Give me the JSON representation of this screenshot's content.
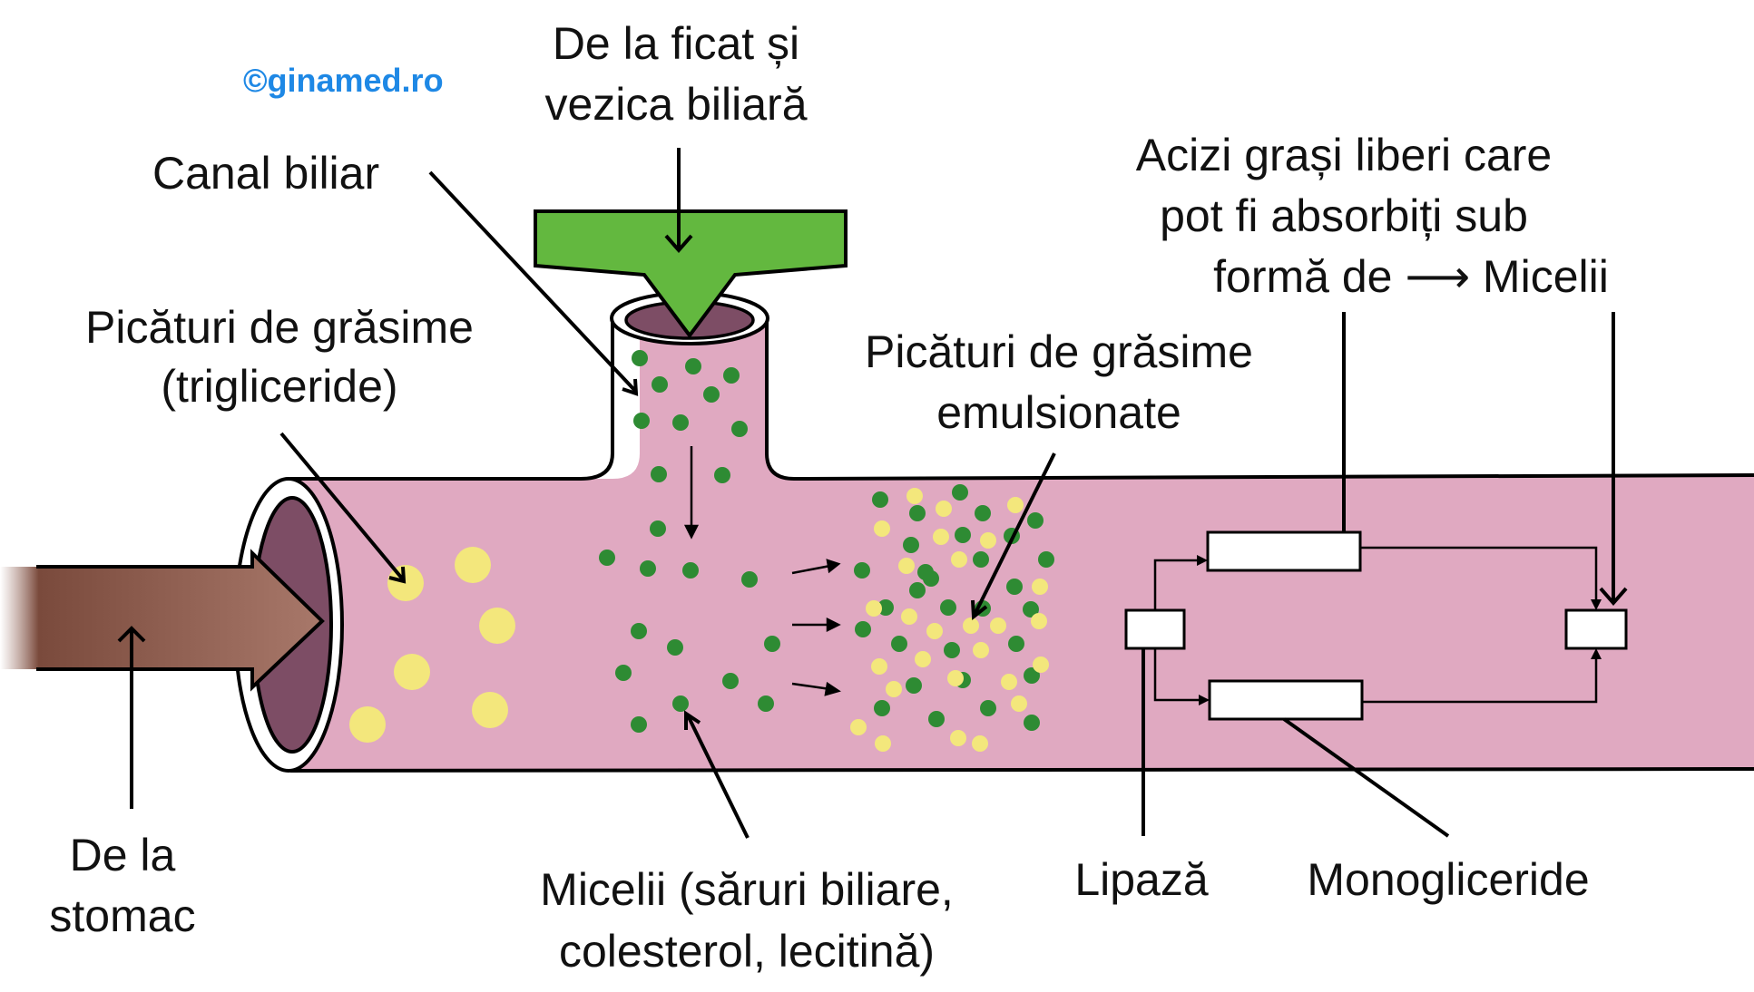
{
  "credit": "©ginamed.ro",
  "labels": {
    "from_liver_1": "De la ficat și",
    "from_liver_2": "vezica biliară",
    "bile_duct": "Canal biliar",
    "fat_droplets_1": "Picături de grăsime",
    "fat_droplets_2": "(trigliceride)",
    "emulsified_1": "Picături de grăsime",
    "emulsified_2": "emulsionate",
    "free_fatty_1": "Acizi grași liberi care",
    "free_fatty_2": "pot fi absorbiți sub",
    "free_fatty_3": "formă de ⟶ Micelii",
    "from_stomach_1": "De la",
    "from_stomach_2": "stomac",
    "micelles_1": "Micelii (săruri biliare,",
    "micelles_2": "colesterol, lecitină)",
    "lipase": "Lipază",
    "monoglycerides": "Monogliceride"
  },
  "colors": {
    "intestine": "#e0a9c1",
    "lumen_dark": "#7d4d65",
    "wall_rim": "#ffffff",
    "bile_green": "#63b83f",
    "micelle_green": "#2e8b33",
    "fat_yellow": "#f3e77c",
    "stomach_arrow_dark": "#7a4a3c",
    "stomach_arrow_light": "#9d7166",
    "credit_blue": "#1e88e5",
    "outline": "#000000"
  }
}
